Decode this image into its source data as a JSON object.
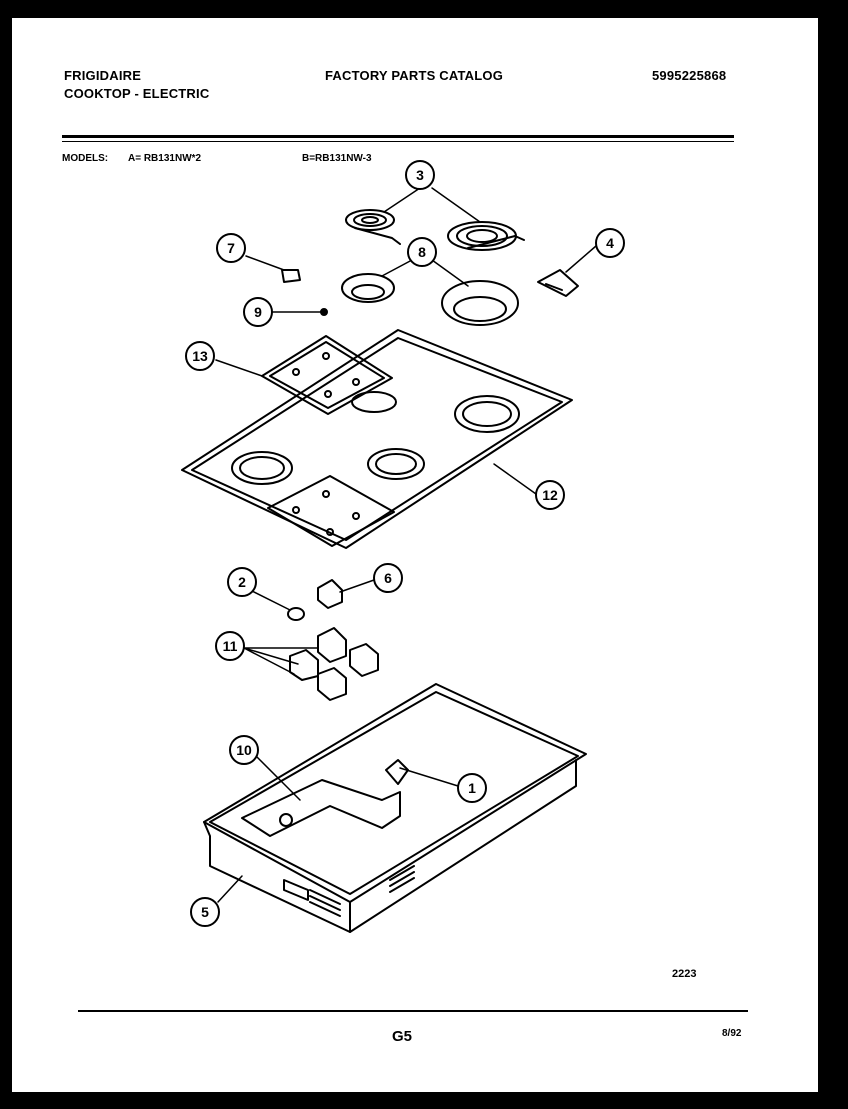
{
  "header": {
    "brand": "FRIGIDAIRE",
    "product": "COOKTOP - ELECTRIC",
    "catalog_title": "FACTORY PARTS CATALOG",
    "catalog_number": "5995225868"
  },
  "models": {
    "label": "MODELS:",
    "model_a": "A= RB131NW*2",
    "model_b": "B=RB131NW-3"
  },
  "callouts": [
    "1",
    "2",
    "3",
    "4",
    "5",
    "6",
    "7",
    "8",
    "9",
    "10",
    "11",
    "12",
    "13"
  ],
  "footer": {
    "drawing_number": "2223",
    "page_code": "G5",
    "date": "8/92"
  },
  "colors": {
    "ink": "#000000",
    "paper": "#ffffff",
    "background": "#000000"
  }
}
